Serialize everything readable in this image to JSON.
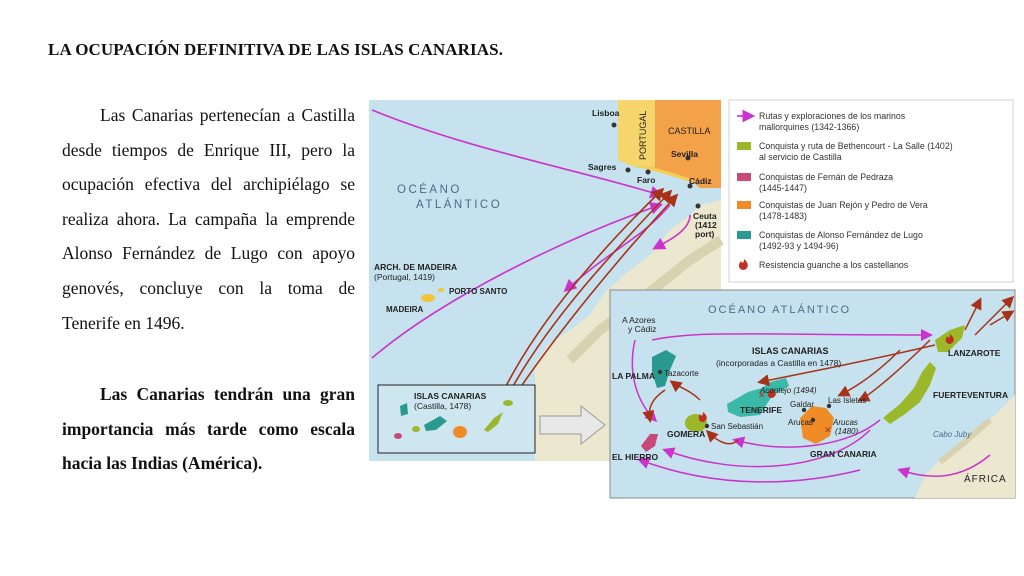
{
  "heading": "LA OCUPACIÓN DEFINITIVA DE LAS ISLAS CANARIAS.",
  "paragraphs": [
    "Las Canarias pertenecían a Castilla desde tiempos de Enrique III, pero la ocupación efectiva del archipiélago se realiza ahora. La campaña la emprende Alonso Fernández de Lugo con apoyo genovés, concluye con la toma de Tenerife en 1496.",
    "Las Canarias tendrán una gran importancia más tarde como escala hacia las Indias (América)."
  ],
  "main_map": {
    "ocean_1": "OCÉANO",
    "ocean_2": "ATLÁNTICO",
    "places": {
      "lisboa": "Lisboa",
      "portugal": "PORTUGAL",
      "castilla": "CASTILLA",
      "sevilla": "Sevilla",
      "sagres": "Sagres",
      "faro": "Faro",
      "cadiz": "Cádiz",
      "ceuta": "Ceuta",
      "ceuta_note_1": "(1412",
      "ceuta_note_2": "port)",
      "madeira_arch": "ARCH. DE MADEIRA",
      "madeira_note": "(Portugal, 1419)",
      "porto_santo": "PORTO SANTO",
      "madeira": "MADEIRA",
      "islas_canarias": "ISLAS CANARIAS",
      "canarias_note": "(Castilla, 1478)"
    }
  },
  "legend": [
    {
      "text_1": "Rutas y exploraciones de los marinos",
      "text_2": "mallorquines (1342-1366)",
      "color": "#c040c8"
    },
    {
      "text_1": "Conquista y ruta de Bethencourt - La Salle (1402)",
      "text_2": "al servicio de Castilla",
      "color": "#9ab82a"
    },
    {
      "text_1": "Conquistas de Fernán de Pedraza",
      "text_2": "(1445-1447)",
      "color": "#c84878"
    },
    {
      "text_1": "Conquistas de Juan Rejón y Pedro de Vera",
      "text_2": "(1478-1483)",
      "color": "#f08c28"
    },
    {
      "text_1": "Conquistas de Alonso Fernández de Lugo",
      "text_2": "(1492-93 y 1494-96)",
      "color": "#2a9a90"
    },
    {
      "text_1": "Resistencia guanche a los castellanos",
      "text_2": "",
      "color": "#c03020"
    }
  ],
  "inset": {
    "ocean": "OCÉANO ATLÁNTICO",
    "a_azores_1": "A Azores",
    "a_azores_2": "y Cádiz",
    "title": "ISLAS CANARIAS",
    "subtitle": "(incorporadas a Castilla en 1478)",
    "la_palma": "LA PALMA",
    "tazacorte": "Tazacorte",
    "acentejo": "Acentejo (1494)",
    "las_isletas": "Las Isletas",
    "galdar": "Galdar",
    "tenerife": "TENERIFE",
    "arucas": "Arucas",
    "arucas_battle_1": "Arucas",
    "arucas_battle_2": "(1480)",
    "gomera": "GOMERA",
    "san_sebastian": "San Sebastián",
    "el_hierro": "EL HIERRO",
    "gran_canaria": "GRAN CANARIA",
    "lanzarote": "LANZAROTE",
    "fuerteventura": "FUERTEVENTURA",
    "cabo_juby": "Cabo Juby",
    "africa": "ÁFRICA"
  }
}
